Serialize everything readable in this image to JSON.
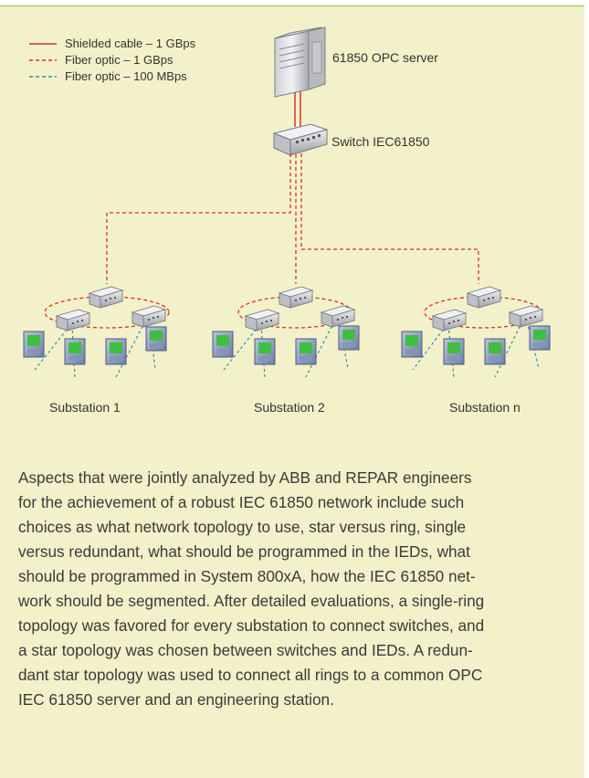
{
  "legend": {
    "items": [
      {
        "label": "Shielded cable – 1 GBps",
        "color": "#d8312b",
        "style": "solid"
      },
      {
        "label": "Fiber optic – 1 GBps",
        "color": "#d8312b",
        "style": "dashed"
      },
      {
        "label": "Fiber optic – 100 MBps",
        "color": "#2f8fa6",
        "style": "dashed"
      }
    ]
  },
  "nodes": {
    "server": {
      "label": "61850 OPC server",
      "icon": "server-icon"
    },
    "main_switch": {
      "label": "Switch IEC61850",
      "icon": "switch-icon"
    }
  },
  "substations": [
    {
      "label": "Substation 1"
    },
    {
      "label": "Substation 2"
    },
    {
      "label": "Substation n"
    }
  ],
  "body_lines": [
    "Aspects that were jointly analyzed by ABB and REPAR engineers",
    "for the achievement of a robust IEC 61850 network include such",
    "choices as what network topology to use, star versus ring, single",
    "versus redundant, what should be programmed in the IEDs, what",
    "should be programmed in System 800xA, how the IEC 61850 net-",
    "work should be segmented. After detailed evaluations, a single-ring",
    "topology was favored for every substation to connect switches, and",
    "a star topology was chosen between switches and IEDs. A redun-",
    "dant star topology was used to connect all rings to a common OPC",
    "IEC 61850 server and an engineering station."
  ],
  "colors": {
    "panel_bg": "#f3f1c9",
    "accent_green": "#9fb43a",
    "red_line": "#d8312b",
    "blue_line": "#2f8fa6",
    "ied_screen": "#3fbf3f"
  }
}
